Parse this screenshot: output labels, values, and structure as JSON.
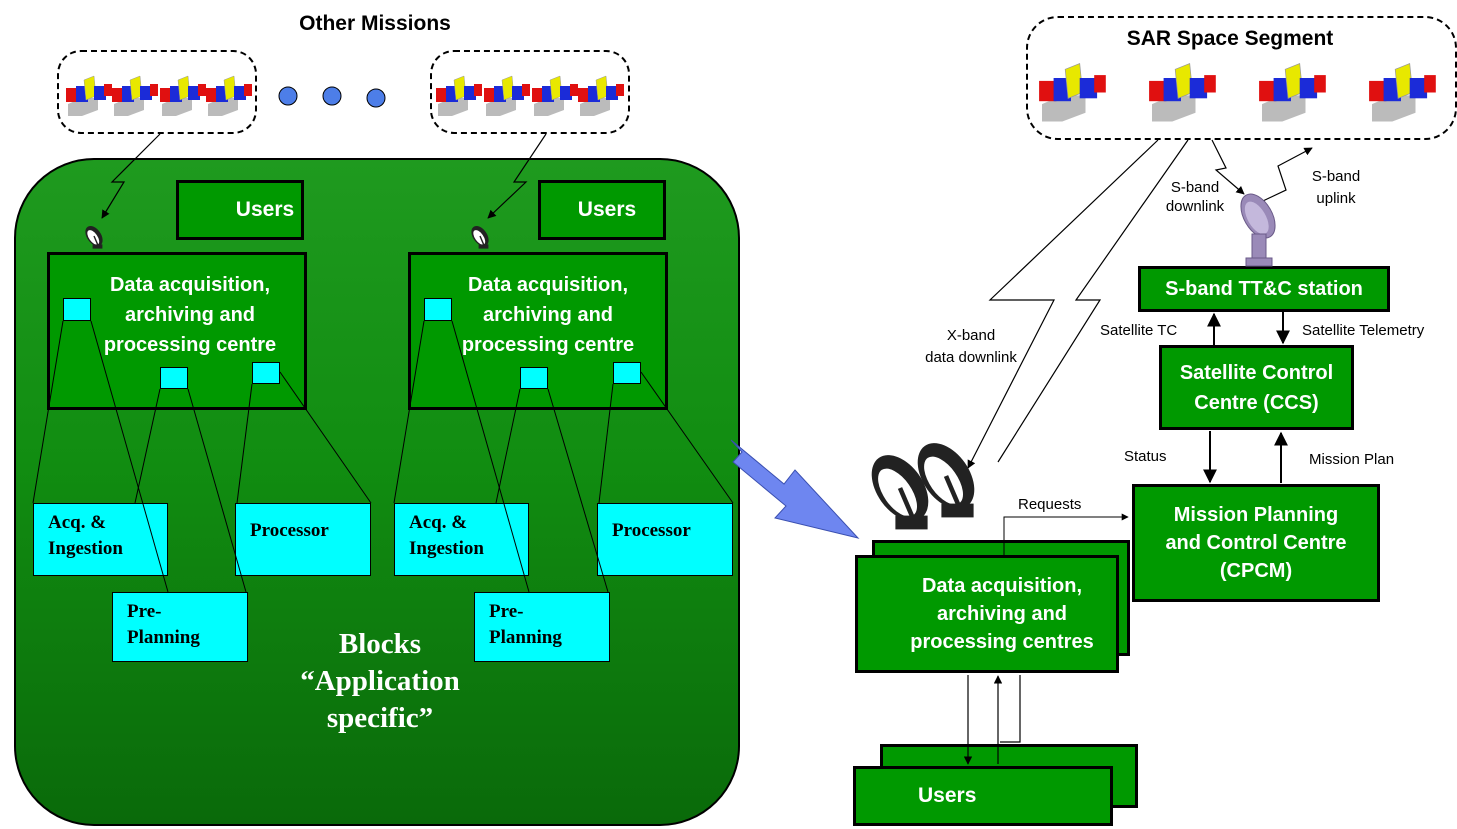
{
  "top": {
    "other_missions_title": "Other Missions",
    "sar_title": "SAR Space Segment"
  },
  "left_block": {
    "caption_line1": "Blocks",
    "caption_line2": "“Application",
    "caption_line3": "specific”",
    "centres": [
      {
        "users": "Users",
        "title_line1": "Data acquisition,",
        "title_line2": "archiving and",
        "title_line3": "processing centre",
        "acq_line1": "Acq. &",
        "acq_line2": "Ingestion",
        "processor": "Processor",
        "pre_line1": "Pre-",
        "pre_line2": "Planning"
      },
      {
        "users": "Users",
        "title_line1": "Data acquisition,",
        "title_line2": "archiving and",
        "title_line3": "processing centre",
        "acq_line1": "Acq. &",
        "acq_line2": "Ingestion",
        "processor": "Processor",
        "pre_line1": "Pre-",
        "pre_line2": "Planning"
      }
    ]
  },
  "right": {
    "sband_station": "S-band TT&C station",
    "scc_line1": "Satellite Control",
    "scc_line2": "Centre (CCS)",
    "mpcc_line1": "Mission Planning",
    "mpcc_line2": "and Control Centre",
    "mpcc_line3": "(CPCM)",
    "dac_line1": "Data acquisition,",
    "dac_line2": "archiving and",
    "dac_line3": "processing centres",
    "users": "Users",
    "labels": {
      "sband_down_1": "S-band",
      "sband_down_2": "downlink",
      "sband_up_1": "S-band",
      "sband_up_2": "uplink",
      "xband_1": "X-band",
      "xband_2": "data downlink",
      "sat_tc": "Satellite TC",
      "sat_tm": "Satellite Telemetry",
      "status": "Status",
      "mission_plan": "Mission Plan",
      "requests": "Requests"
    }
  },
  "colors": {
    "green_box": "#009900",
    "cyan_box": "#00ffff",
    "arrow_blue": "#6e86f0",
    "panel_blue": "#1b2bd8",
    "panel_red": "#e01010",
    "body_yellow": "#e8e800",
    "dot_blue": "#4d7ee8"
  },
  "icons": [
    "satellite-icon",
    "dish-antenna-icon",
    "ground-station-icon",
    "ellipsis-dot-icon"
  ]
}
